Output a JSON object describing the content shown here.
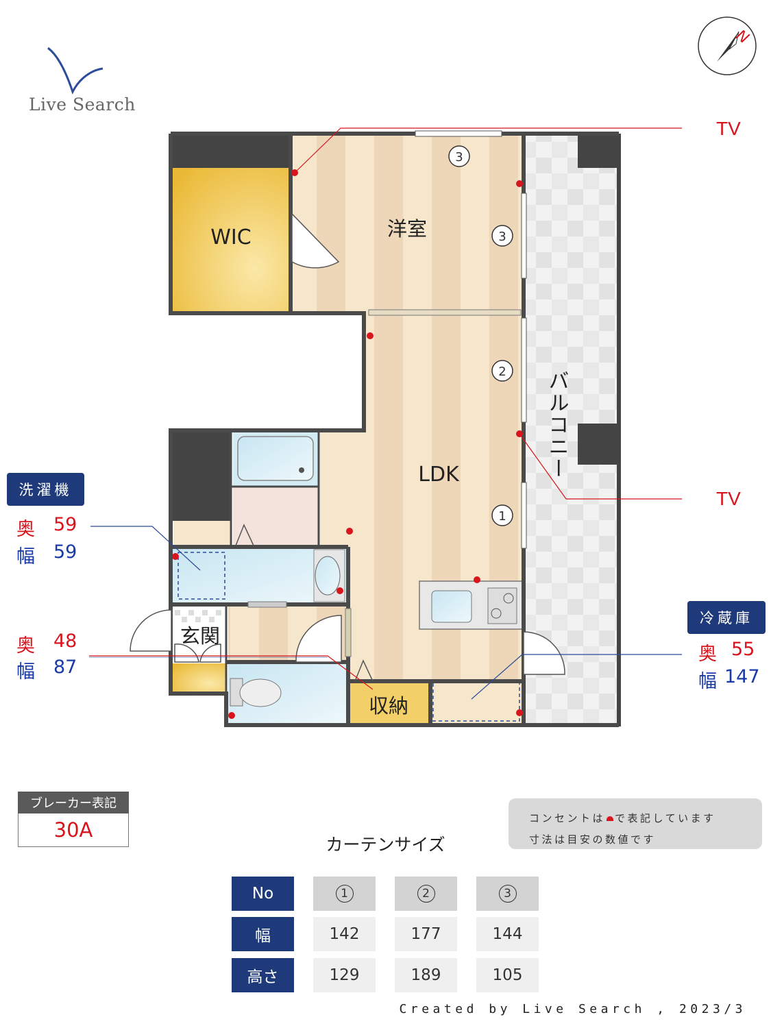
{
  "logo": {
    "text": "Live Search"
  },
  "compass": {
    "label": "N"
  },
  "rooms": {
    "wic": "WIC",
    "western_room": "洋室",
    "ldk": "LDK",
    "balcony": "バルコニー",
    "entrance": "玄関",
    "storage": "収納"
  },
  "window_markers": {
    "w1": "1",
    "w2": "2",
    "w3a": "3",
    "w3b": "3"
  },
  "tv_labels": {
    "tv_top": "TV",
    "tv_mid": "TV"
  },
  "washer": {
    "title": "洗濯機",
    "depth_key": "奥",
    "depth_val": "59",
    "width_key": "幅",
    "width_val": "59"
  },
  "entrance_dims": {
    "depth_key": "奥",
    "depth_val": "48",
    "width_key": "幅",
    "width_val": "87"
  },
  "fridge": {
    "title": "冷蔵庫",
    "depth_key": "奥",
    "depth_val": "55",
    "width_key": "幅",
    "width_val": "147"
  },
  "breaker": {
    "label": "ブレーカー表記",
    "value": "30A"
  },
  "note": {
    "line1_pre": "コンセントは",
    "line1_post": "で表記しています",
    "line2": "寸法は目安の数値です"
  },
  "curtain": {
    "title": "カーテンサイズ",
    "row_labels": [
      "No",
      "幅",
      "高さ"
    ],
    "numbers": [
      "1",
      "2",
      "3"
    ],
    "widths": [
      "142",
      "177",
      "144"
    ],
    "heights": [
      "129",
      "189",
      "105"
    ]
  },
  "credit": "Created by Live Search , 2023/3",
  "colors": {
    "wall": "#4d4d4d",
    "floor_light": "#f5e6cc",
    "floor_dark": "#ecd4b4",
    "wic": "#f0c446",
    "wet_area": "#d9eef6",
    "accent_navy": "#1e3a7a",
    "red": "#d8141c",
    "blue": "#1a3aa8"
  }
}
